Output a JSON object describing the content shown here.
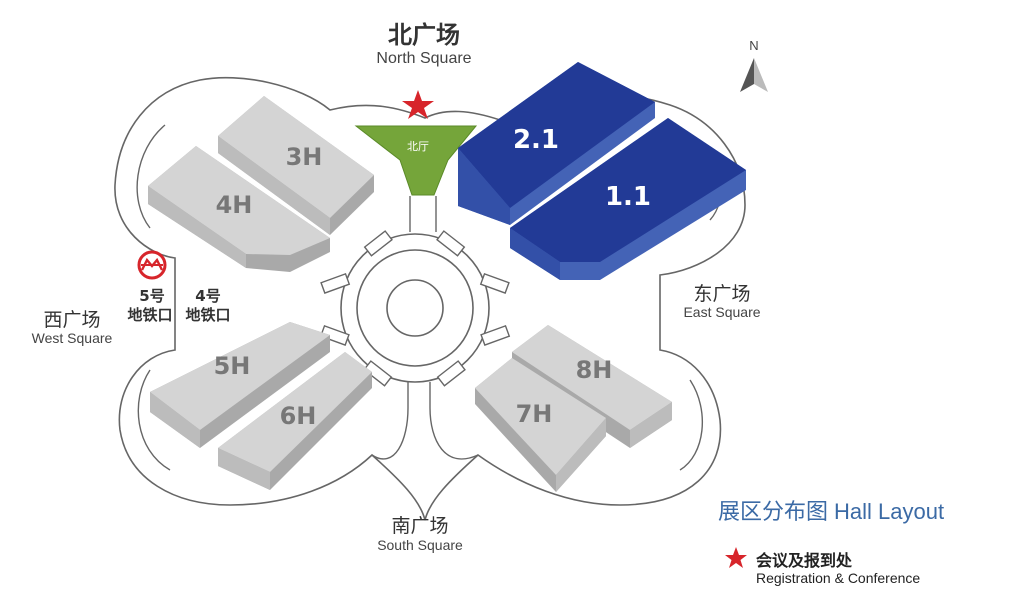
{
  "colors": {
    "hall_gray": "#d4d4d4",
    "hall_gray_side": "#a9a9a9",
    "hall_blue": "#223a96",
    "hall_blue_side": "#4463b6",
    "north_hall_green": "#75a53a",
    "star_red": "#d7252b",
    "outline": "#666666",
    "title_blue": "#3b6aa5"
  },
  "squares": {
    "north": {
      "cn": "北广场",
      "en": "North Square"
    },
    "east": {
      "cn": "东广场",
      "en": "East Square"
    },
    "west": {
      "cn": "西广场",
      "en": "West Square"
    },
    "south": {
      "cn": "南广场",
      "en": "South Square"
    }
  },
  "north_hall": {
    "label": "北厅"
  },
  "halls": {
    "h3": "3H",
    "h4": "4H",
    "h5": "5H",
    "h6": "6H",
    "h7": "7H",
    "h8": "8H",
    "h21": "2.1",
    "h11": "1.1"
  },
  "metro": {
    "line5": {
      "line1": "5号",
      "line2": "地铁口"
    },
    "line4": {
      "line1": "4号",
      "line2": "地铁口"
    }
  },
  "compass": {
    "label": "N"
  },
  "title": {
    "cn": "展区分布图",
    "en": "Hall Layout"
  },
  "legend": {
    "cn": "会议及报到处",
    "en": "Registration & Conference",
    "icon": "star-icon"
  }
}
